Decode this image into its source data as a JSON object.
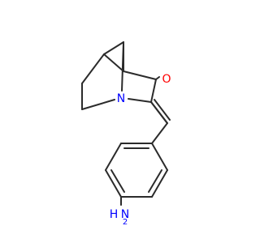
{
  "molecule": {
    "atoms": {
      "O": {
        "label": "O",
        "color": "#ff0000"
      },
      "N": {
        "label": "N",
        "color": "#0000ff"
      },
      "NH2_H": {
        "label": "H",
        "color": "#0000ff"
      },
      "NH2_N": {
        "label": "N",
        "color": "#0000ff"
      },
      "NH2_sub": {
        "label": "2",
        "color": "#0000ff"
      }
    },
    "bond_color": "#2b2b2b",
    "background": "#ffffff"
  }
}
